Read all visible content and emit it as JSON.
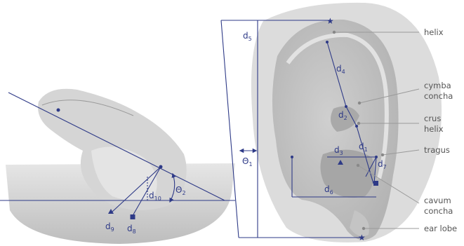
{
  "colors": {
    "measure": "#2e3a87",
    "leader": "#9a9a9a",
    "label": "#555555"
  },
  "ear_parts": {
    "helix": "helix",
    "cymba_concha": [
      "cymba",
      "concha"
    ],
    "crus_helix": [
      "crus",
      "helix"
    ],
    "tragus": "tragus",
    "cavum_concha": [
      "cavum",
      "concha"
    ],
    "ear_lobe": "ear lobe"
  },
  "measures": {
    "d1": {
      "base": "d",
      "sub": "1"
    },
    "d2": {
      "base": "d",
      "sub": "2"
    },
    "d3": {
      "base": "d",
      "sub": "3"
    },
    "d4": {
      "base": "d",
      "sub": "4"
    },
    "d5": {
      "base": "d",
      "sub": "5"
    },
    "d6": {
      "base": "d",
      "sub": "6"
    },
    "d7": {
      "base": "d",
      "sub": "7"
    },
    "d8": {
      "base": "d",
      "sub": "8"
    },
    "d9": {
      "base": "d",
      "sub": "9"
    },
    "d10": {
      "base": "d",
      "sub": "10"
    },
    "theta1": {
      "base": "Θ",
      "sub": "1"
    },
    "theta2": {
      "base": "Θ",
      "sub": "2"
    }
  }
}
